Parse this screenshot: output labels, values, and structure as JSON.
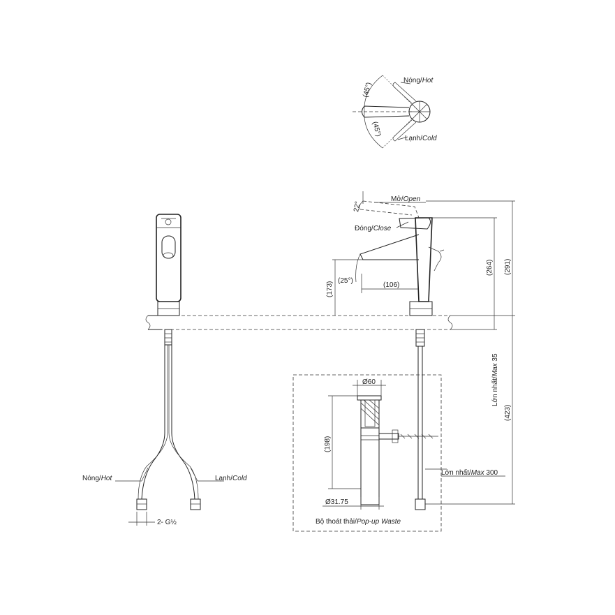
{
  "handle_plan": {
    "hot": "Nóng/",
    "hot_en": "Hot",
    "cold": "Lạnh/",
    "cold_en": "Cold",
    "angle_hot": "(45°)",
    "angle_cold": "(45°)"
  },
  "front_view": {
    "hot": "Nóng/",
    "hot_en": "Hot",
    "cold": "Lạnh/",
    "cold_en": "Cold",
    "thread": "2- G½"
  },
  "side_view": {
    "open": "Mở/",
    "open_en": "Open",
    "close": "Đóng/",
    "close_en": "Close",
    "lever_angle": "22°",
    "spout_angle": "(25°)",
    "spout_reach": "(106)",
    "spout_height": "(173)",
    "dim_264": "(264)",
    "dim_291": "(291)",
    "dim_423": "(423)",
    "max35_vi": "Lớn nhất/",
    "max35_en": "Max",
    "max35_val": " 35",
    "max300_vi": "Lớn nhất/",
    "max300_en": "Max",
    "max300_val": " 300"
  },
  "waste": {
    "dia60": "Ø60",
    "dia3175": "Ø31.75",
    "dim198": "(198)",
    "title_vi": "Bộ thoát thải/",
    "title_en": "Pop-up Waste"
  }
}
